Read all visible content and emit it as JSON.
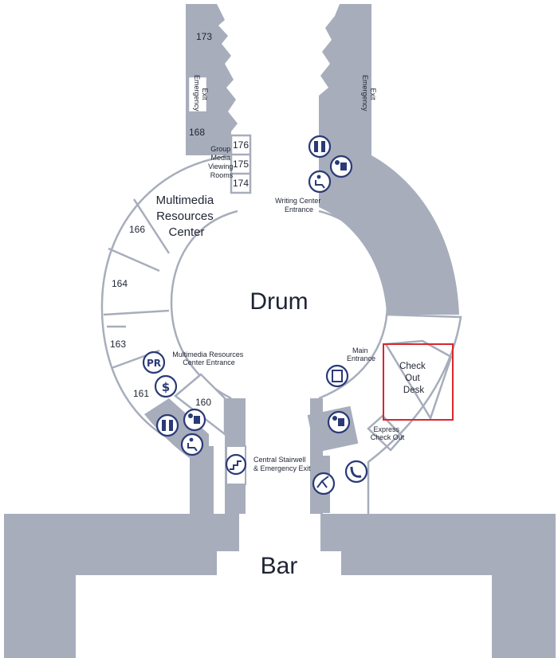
{
  "map": {
    "center_label": "Drum",
    "bottom_label": "Bar",
    "areas": {
      "multimedia": "Multimedia Resources Center",
      "multimedia_lines": [
        "Multimedia",
        "Resources",
        "Center"
      ],
      "group_media_lines": [
        "Group",
        "Media",
        "Viewing",
        "Rooms"
      ],
      "writing_center_lines": [
        "Writing Center",
        "Entrance"
      ],
      "mm_entrance_lines": [
        "Multimedia Resources",
        "Center Entrance"
      ],
      "main_entrance_lines": [
        "Main",
        "Entrance"
      ],
      "checkout_lines": [
        "Check",
        "Out",
        "Desk"
      ],
      "express_lines": [
        "Express",
        "Check Out"
      ],
      "stairwell_lines": [
        "Central Stairwell",
        "& Emergency Exit"
      ],
      "emergency_exit_left_lines": [
        "Emergency",
        "Exit"
      ],
      "emergency_exit_right_lines": [
        "Emergency",
        "Exit"
      ]
    },
    "rooms": [
      "173",
      "168",
      "176",
      "175",
      "174",
      "166",
      "164",
      "163",
      "161",
      "160"
    ],
    "icons": {
      "pr": "PR",
      "dollar": "$"
    },
    "highlight": {
      "target": "Check Out Desk",
      "color": "#d9262c"
    },
    "colors": {
      "wall": "#a7adbb",
      "icon": "#2a3a78"
    }
  }
}
